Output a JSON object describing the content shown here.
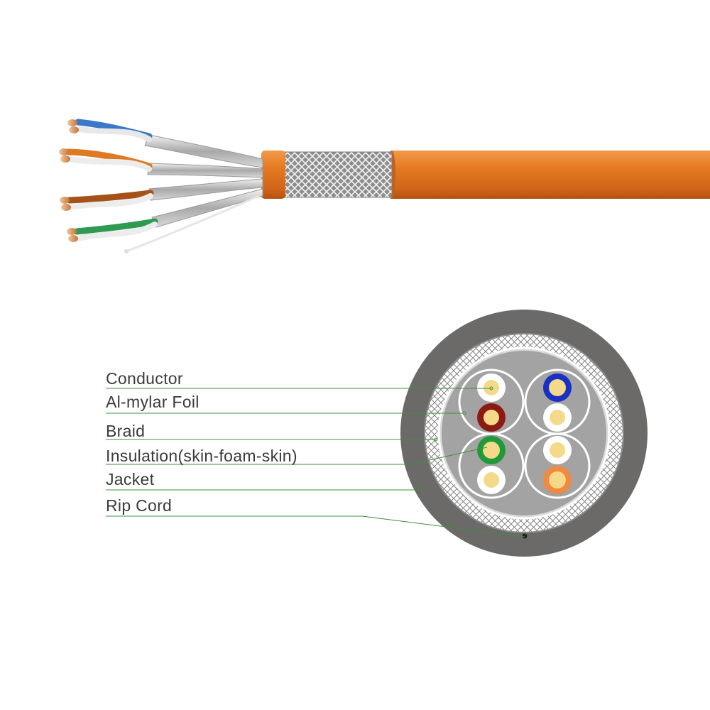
{
  "labels": [
    "Conductor",
    "Al-mylar  Foil",
    "Braid",
    "Insulation(skin-foam-skin)",
    "Jacket",
    "Rip Cord"
  ],
  "colors": {
    "jacket_orange": "#e0731c",
    "jacket_gray": "#6b6a69",
    "leader_line": "#3f8f3a",
    "conductor_core": "#f5d98a",
    "pair_blue": "#1a2fc4",
    "pair_brown": "#8b1a12",
    "pair_green": "#1f9a38",
    "pair_orange": "#f08a40"
  }
}
